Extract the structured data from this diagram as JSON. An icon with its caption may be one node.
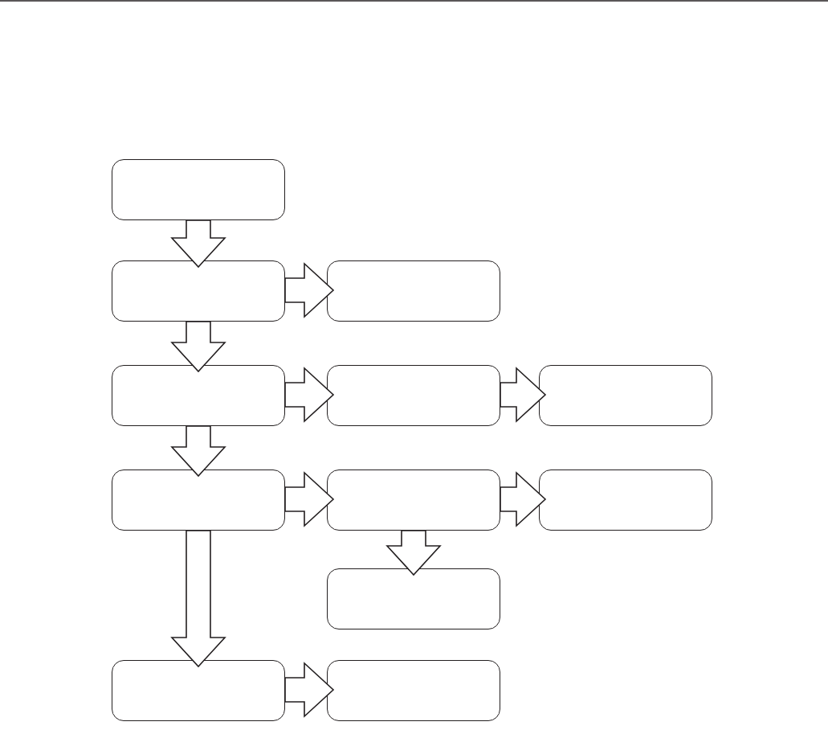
{
  "diagram": {
    "nodes": [
      {
        "text": [],
        "shape": "box"
      },
      {
        "text": [],
        "shape": "box"
      },
      {
        "text": [],
        "shape": "box"
      },
      {
        "text": [],
        "shape": "box"
      },
      {
        "text": [],
        "shape": "box"
      },
      {
        "text": [],
        "shape": "box"
      },
      {
        "text": [],
        "shape": "box"
      },
      {
        "text": [],
        "shape": "box"
      },
      {
        "text": [],
        "shape": "box"
      },
      {
        "text": [],
        "shape": "box"
      },
      {
        "text": [],
        "shape": "box"
      },
      {
        "text": [],
        "shape": "box"
      }
    ],
    "edges": [
      {
        "from": 0,
        "to": 1,
        "arrow": "to"
      },
      {
        "from": 1,
        "to": 2,
        "arrow": "to"
      },
      {
        "from": 1,
        "to": 3,
        "arrow": "to"
      },
      {
        "from": 3,
        "to": 4,
        "arrow": "to"
      },
      {
        "from": 4,
        "to": 5,
        "arrow": "to"
      },
      {
        "from": 3,
        "to": 6,
        "arrow": "to"
      },
      {
        "from": 6,
        "to": 7,
        "arrow": "to"
      },
      {
        "from": 7,
        "to": 8,
        "arrow": "to"
      },
      {
        "from": 7,
        "to": 9,
        "arrow": "to"
      },
      {
        "from": 6,
        "to": 10,
        "arrow": "to"
      },
      {
        "from": 10,
        "to": 11,
        "arrow": "to"
      }
    ]
  }
}
